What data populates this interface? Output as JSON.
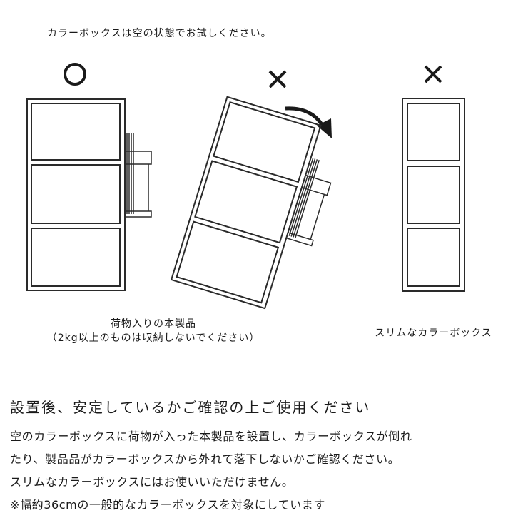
{
  "intro_note": "カラーボックスは空の状態でお試しください。",
  "marks": {
    "ok": "〇",
    "ng": "×"
  },
  "caption_ok_line1": "荷物入りの本製品",
  "caption_ok_line2": "（2kg以上のものは収納しないでください）",
  "caption_slim": "スリムなカラーボックス",
  "heading": "設置後、安定しているかご確認の上ご使用ください",
  "body_lines": [
    "空のカラーボックスに荷物が入った本製品を設置し、カラーボックスが倒れ",
    "たり、製品品がカラーボックスから外れて落下しないかご確認ください。",
    "スリムなカラーボックスにはお使いいただけません。",
    "※幅約36cmの一般的なカラーボックスを対象にしています"
  ],
  "colors": {
    "line": "#2a2a2a",
    "text": "#1a1a1a",
    "background": "#ffffff"
  }
}
